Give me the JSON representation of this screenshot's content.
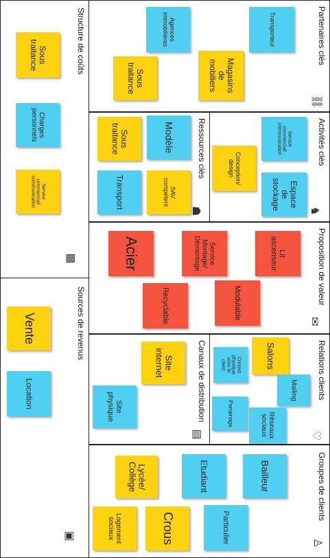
{
  "sections": {
    "partenaires": "Partenaires clés",
    "activites": "Activités clés",
    "ressources": "Ressources clés",
    "proposition": "Proposition de valeur",
    "relations": "Relations clients",
    "canaux": "Canaux de distribution",
    "groupes": "Groupes de clients",
    "couts": "Structure de coûts",
    "revenus": "Sources de revenus"
  },
  "notes": {
    "transporteur": "Transporteur",
    "agences": "Agences\nimmobilières",
    "magasins": "Magasins\nde\nmobiliers",
    "sous_traitance_p": "Sous\ntraitance",
    "service_act": "Service\ncommercial/\ncommunication",
    "conception": "Conception/\ndesign",
    "espace": "Espace\nde\nstockage",
    "modele": "Modèle",
    "sous_traitance_r": "Sous\ntraitance",
    "sav": "SAV\ncompétent",
    "transport": "Transport",
    "acier": "Acier",
    "service_montage": "Service\nMontage/\nDémontage",
    "lit": "Lit\nascenseur",
    "modulable": "Modulable",
    "recyclable": "Recyclable",
    "salons": "Salons",
    "contact": "Contact\nphysique\navec le\nclient",
    "mailing": "Mailing",
    "parrainage": "Parrainage",
    "reseaux": "Réseaux\nsociaux",
    "site_internet": "Site\ninternet",
    "site_physique": "Site\nphysique",
    "bailleur": "Bailleur",
    "etudiant": "Etudiant",
    "lycee": "Lycée/\nCollège",
    "particulier": "Particulier",
    "crous": "Crous",
    "logement": "Logement\nsociaux",
    "sous_traitance_c": "Sous\ntraitance",
    "charges": "Charges\npersonnels",
    "service_cout": "Service\ncommercial/\ncommunication",
    "vente": "Vente",
    "location": "Location"
  },
  "colors": {
    "yellow": "#ffd20f",
    "blue": "#4fd0f2",
    "red": "#f4533e"
  },
  "icons": [
    "chain-link-icon",
    "bicycle-icon",
    "worker-icon",
    "gift-icon",
    "heart-icon",
    "truck-icon",
    "person-icon",
    "calculator-icon",
    "money-bag-icon"
  ]
}
